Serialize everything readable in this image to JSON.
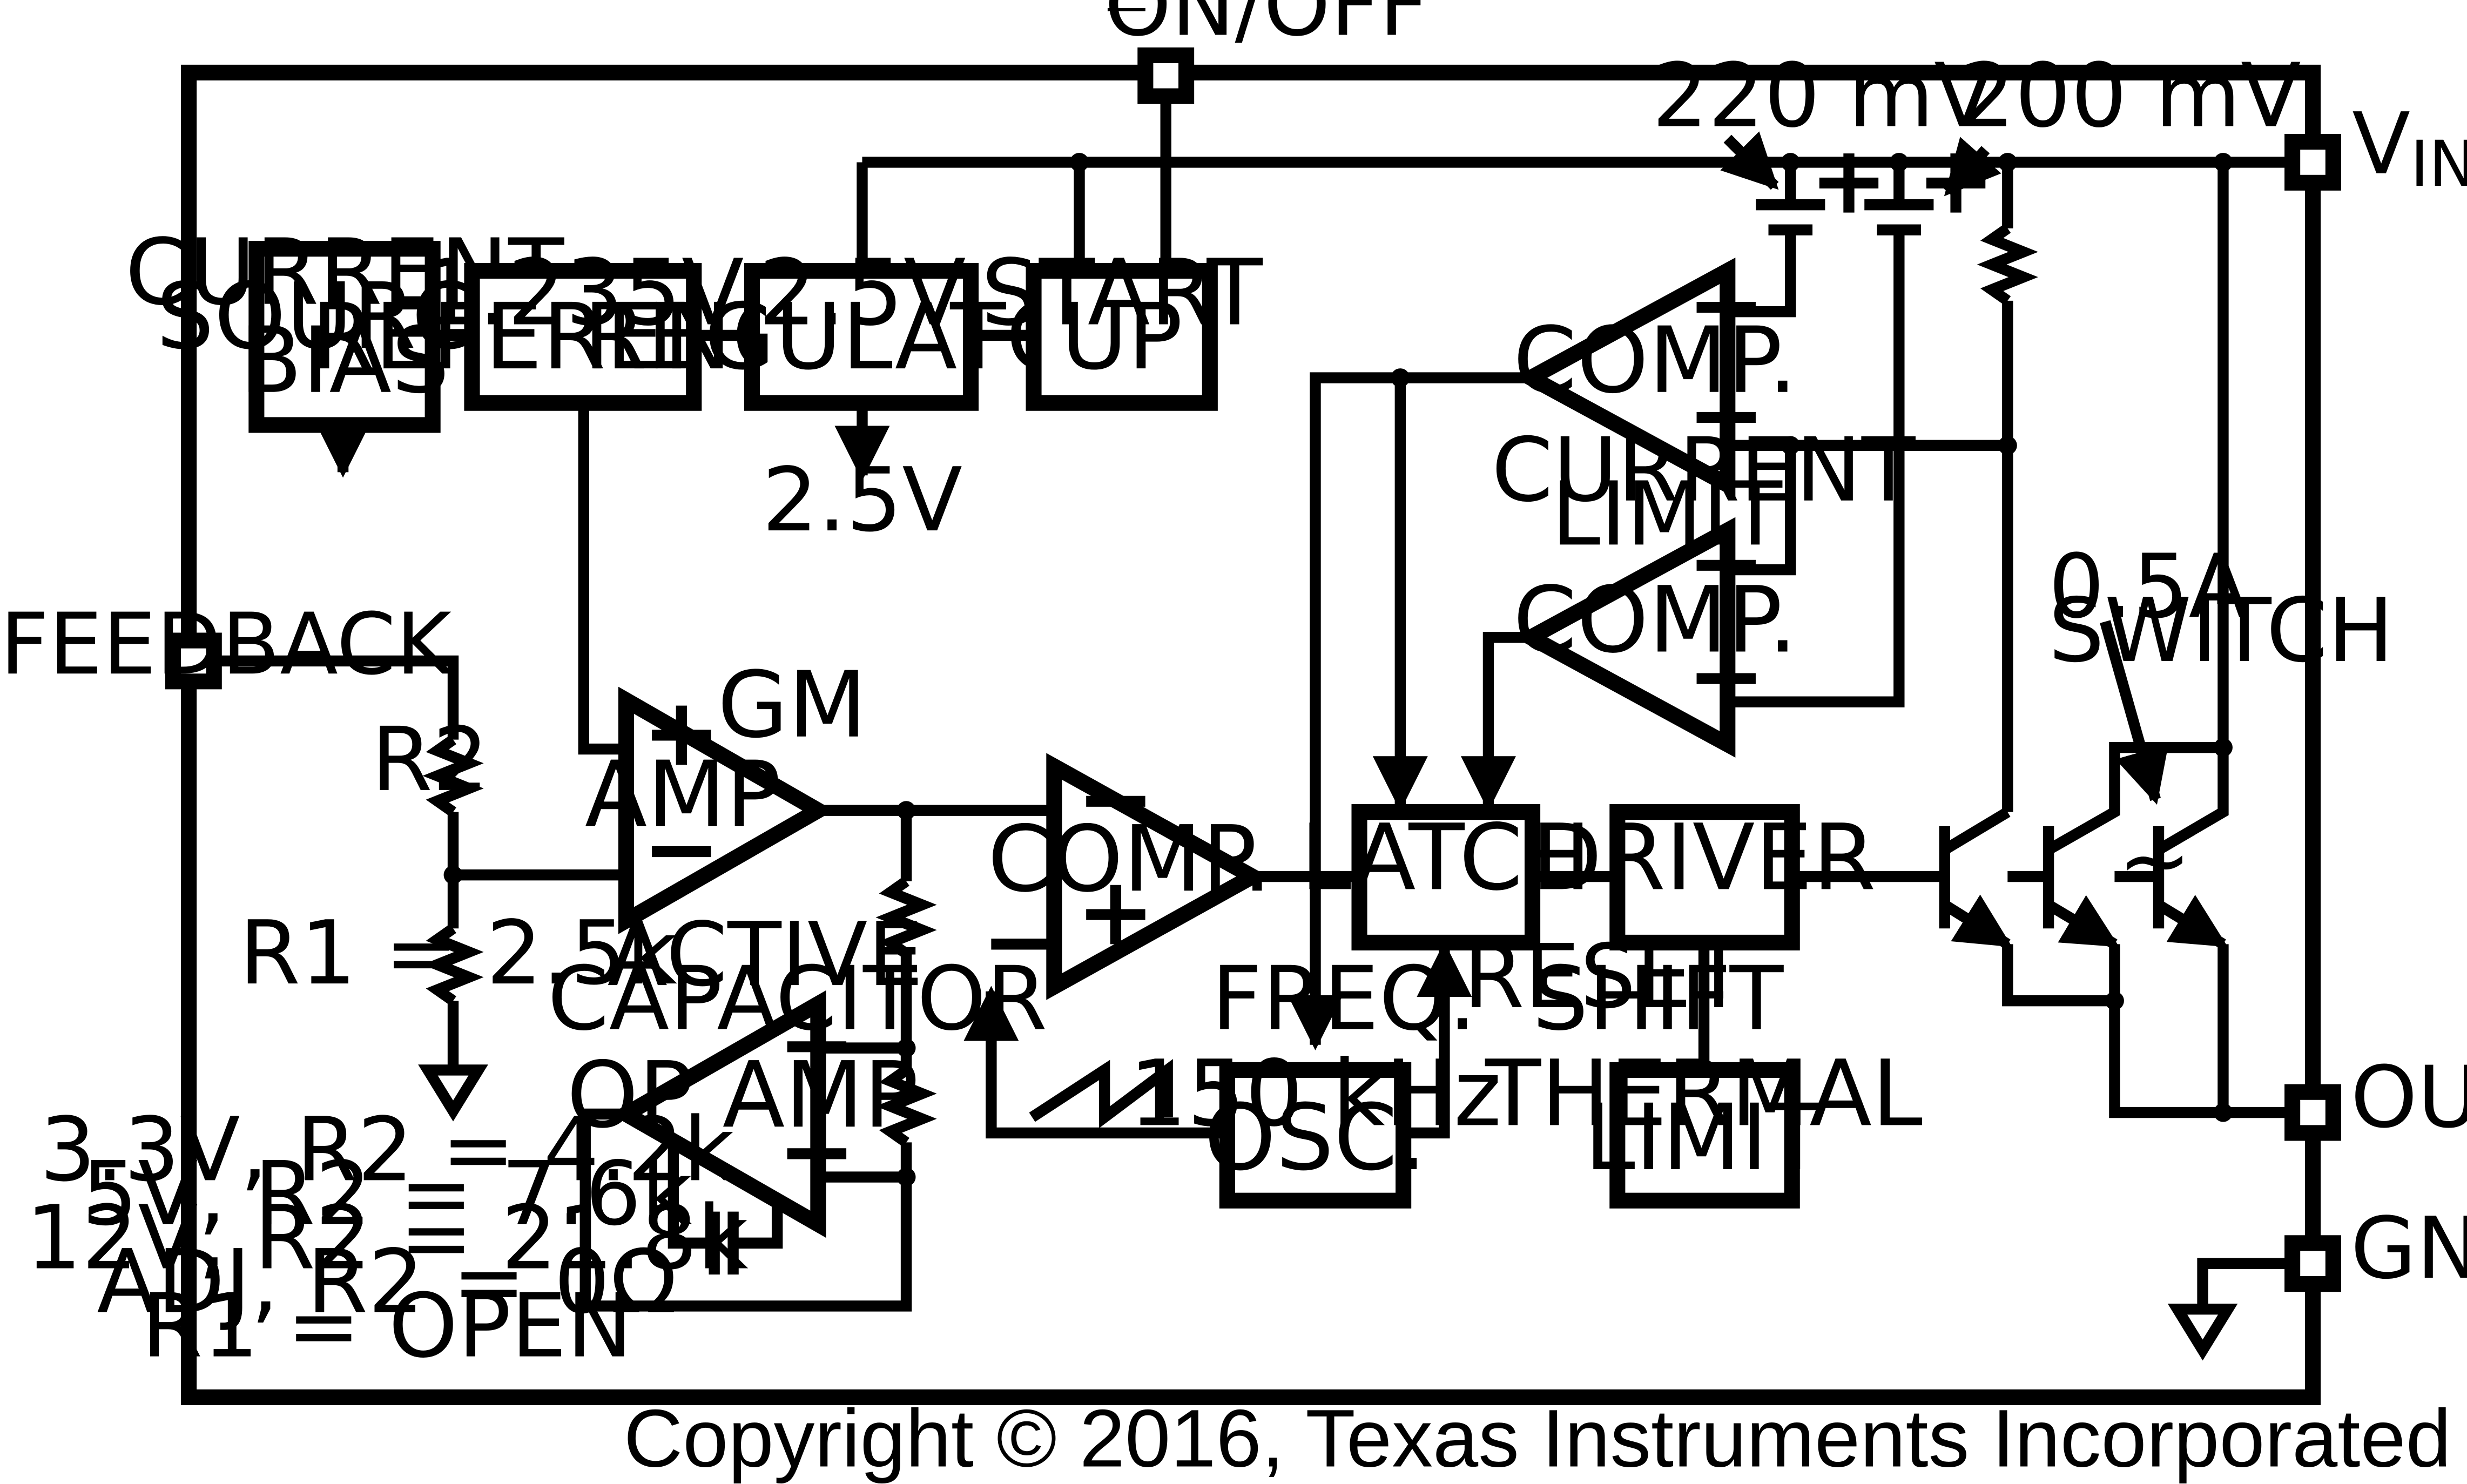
{
  "pins": {
    "on_off": "ON/OFF",
    "vin": "V",
    "vin_sub": "IN",
    "feedback": "FEEDBACK",
    "output": "OUTPUT",
    "gnd": "GND"
  },
  "blocks": {
    "current_source_bias": [
      "CURRENT",
      "SOURCE",
      "BIAS"
    ],
    "reference": [
      "1.235V",
      "REFERENCE"
    ],
    "regulator": [
      "2.5V",
      "REGULATOR"
    ],
    "start_up": [
      "START",
      "UP"
    ],
    "latch": "LATCH",
    "driver": "DRIVER",
    "oscillator": [
      "150 kHz",
      "OSC."
    ],
    "thermal_limit": [
      "THERMAL",
      "LIMIT"
    ]
  },
  "amplifiers": {
    "gm": "GM",
    "amp": "AMP",
    "comp_pwm": "COMP.",
    "comp_upper": "COMP.",
    "comp_lower": "COMP.",
    "op_amp": "OP AMP",
    "plus": "+",
    "minus": "−"
  },
  "labels": {
    "v220": "220 mV",
    "v200": "200 mV",
    "reg_out": "2.5V",
    "current_limit": [
      "CURRENT",
      "LIMIT"
    ],
    "switch": [
      "0.5A",
      "SWITCH"
    ],
    "r2": "R2",
    "r1": "R1 = 2.5k",
    "active_capacitor": [
      "ACTIVE",
      "CAPACITOR"
    ],
    "freq_shift": "FREQ.  SHIFT",
    "reset": "RESET",
    "tilde": "~"
  },
  "configs": [
    "3.3V, R2 = 4.2k",
    "5V, R2 = 7.6k",
    "12V, R2 = 21.8k",
    "ADJ, R2 = 0Ω",
    "R1 = OPEN"
  ],
  "copyright": "Copyright © 2016, Texas Instruments Incorporated"
}
